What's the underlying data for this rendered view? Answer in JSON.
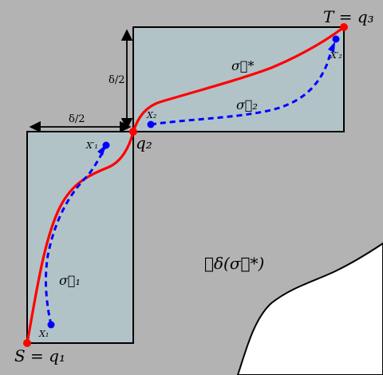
{
  "labels": {
    "top_half_width": "δ/2",
    "left_half_width": "δ/2",
    "tube_label": "𝓑δ(σ⃗*)",
    "sigma_star": "σ⃗*",
    "sigma_1": "σ⃗₁",
    "sigma_2": "σ⃗₂",
    "x1": "X₁",
    "x1_prime": "X′₁",
    "x2": "X₂",
    "x2_prime": "X′₂",
    "start": "S = q₁",
    "q2": "q₂",
    "target": "T = q₃"
  },
  "colors": {
    "background_region": "#b3b3b3",
    "box_fill": "#b2c3c8",
    "outline": "#000000",
    "optimal_path": "#ff0000",
    "sample_path": "#0000ff",
    "free_region": "#ffffff"
  }
}
